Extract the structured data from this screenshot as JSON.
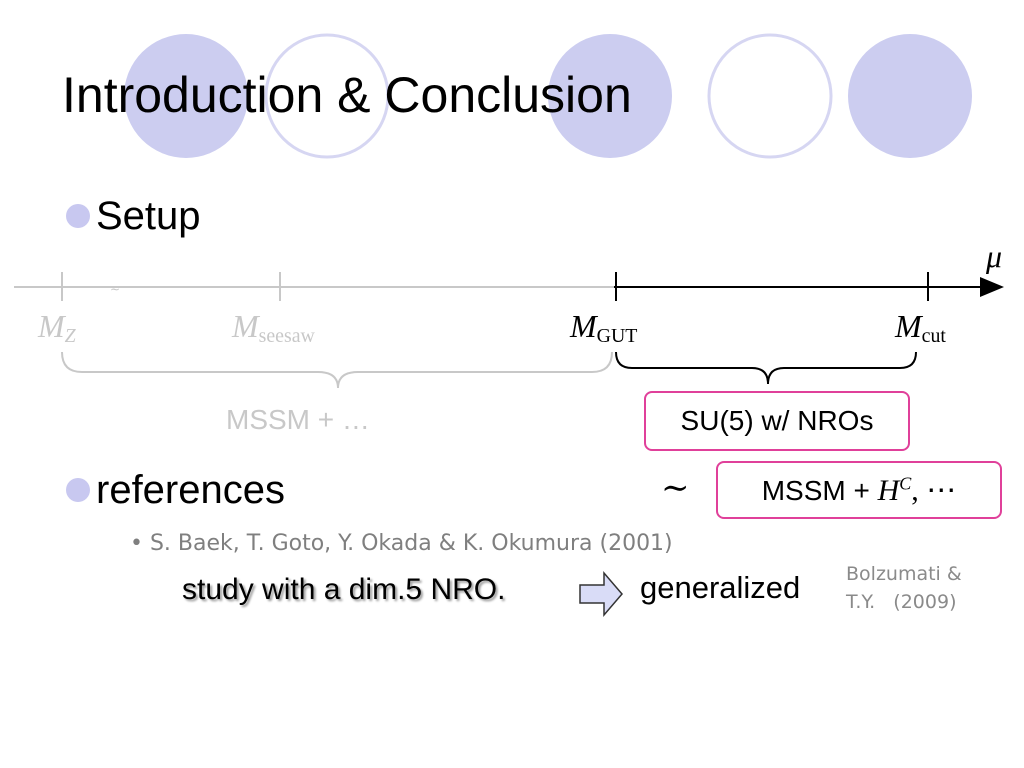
{
  "slide": {
    "title": "Introduction & Conclusion",
    "bullets": [
      {
        "label": "Setup"
      },
      {
        "label": "references"
      }
    ]
  },
  "scale": {
    "axis_label": "μ",
    "low_marks": [
      {
        "symbol": "M",
        "sub": "Z"
      },
      {
        "symbol": "M",
        "sub": "seesaw"
      }
    ],
    "high_marks": [
      {
        "symbol": "M",
        "sub": "GUT"
      },
      {
        "symbol": "M",
        "sub": "cut"
      }
    ],
    "low_region_label": "MSSM + …",
    "high_region_label": "SU(5) w/ NROs",
    "equivalence_symbol": "∼",
    "equivalent_label_prefix": "MSSM + ",
    "equivalent_symbol": "H",
    "equivalent_sup": "C",
    "equivalent_suffix": ", ⋯"
  },
  "references": {
    "citation": "• S. Baek, T. Goto, Y. Okada & K. Okumura (2001)",
    "study_note": "study with a dim.5 NRO.",
    "generalized_label": "generalized",
    "followup_line1": "Bolzumati &",
    "followup_line2": "T.Y.   (2009)"
  },
  "colors": {
    "bullet": "#c8c8f0",
    "deco_filled": "#cccdf0",
    "deco_outline": "#d6d6f2",
    "box_border": "#e0409a",
    "faded": "#c8c8c8"
  }
}
